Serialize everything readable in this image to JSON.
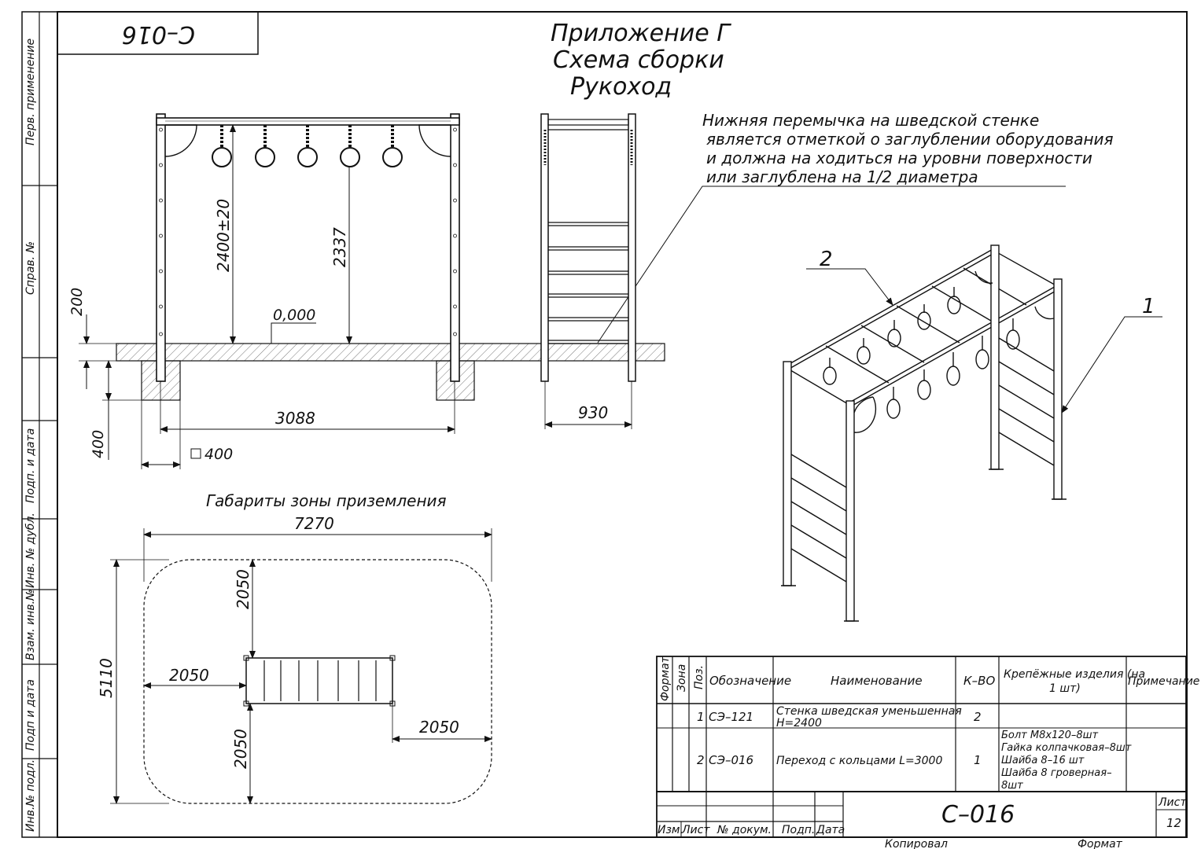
{
  "stamp_code": "С–016",
  "title": {
    "line1": "Приложение Г",
    "line2": "Схема сборки",
    "line3": "Рукоход"
  },
  "note": {
    "line1": "Нижняя перемычка на шведской стенке",
    "line2": "является отметкой о заглублении оборудования",
    "line3": "и должна на ходиться на уровни поверхности",
    "line4": "или заглублена на 1/2 диаметра"
  },
  "side_stamps": {
    "perv": "Перв. применение",
    "sprav": "Справ. №",
    "podp_data_1": "Подп. и дата",
    "inv_dubl": "Инв. № дубл.",
    "vzam_inv": "Взам. инв.№",
    "podp_data_2": "Подп и дата",
    "inv_podl": "Инв.№ подл."
  },
  "front_view": {
    "dim_height": "2400±20",
    "dim_ring": "2337",
    "level": "0,000",
    "dim_200": "200",
    "dim_400": "400",
    "dim_3088": "3088",
    "square_400": "400"
  },
  "side_view": {
    "dim_930": "930"
  },
  "iso_view": {
    "callout_1": "1",
    "callout_2": "2"
  },
  "landing_zone": {
    "caption": "Габариты зоны приземления",
    "width": "7270",
    "height": "5110",
    "top_gap": "2050",
    "left_gap": "2050",
    "right_gap": "2050",
    "bottom_gap": "2050"
  },
  "spec_table": {
    "headers": {
      "format": "Формат",
      "zone": "Зона",
      "pos": "Поз.",
      "designation": "Обозначение",
      "name": "Наименование",
      "qty": "К–ВО",
      "fasteners_1": "Крепёжные изделия (на",
      "fasteners_2": "1 шт)",
      "note": "Примечание"
    },
    "rows": [
      {
        "pos": "1",
        "designation": "СЭ–121",
        "name_1": "Стенка шведская уменьшенная",
        "name_2": "Н=2400",
        "qty": "2",
        "f1": "",
        "f2": "",
        "f3": "",
        "f4": "",
        "f5": ""
      },
      {
        "pos": "2",
        "designation": "СЭ–016",
        "name_1": "Переход с кольцами L=3000",
        "name_2": "",
        "qty": "1",
        "f1": "Болт М8х120–8шт",
        "f2": "Гайка колпачковая–8шт",
        "f3": "Шайба 8–16 шт",
        "f4": "Шайба 8 гроверная–",
        "f5": "8шт"
      }
    ]
  },
  "title_block": {
    "izm": "Изм.",
    "list": "Лист",
    "n_dokum": "№ докум.",
    "podp": "Подп.",
    "data": "Дата",
    "code": "С–016",
    "list_label": "Лист",
    "sheet": "12",
    "kopiroval": "Копировал",
    "format": "Формат"
  }
}
